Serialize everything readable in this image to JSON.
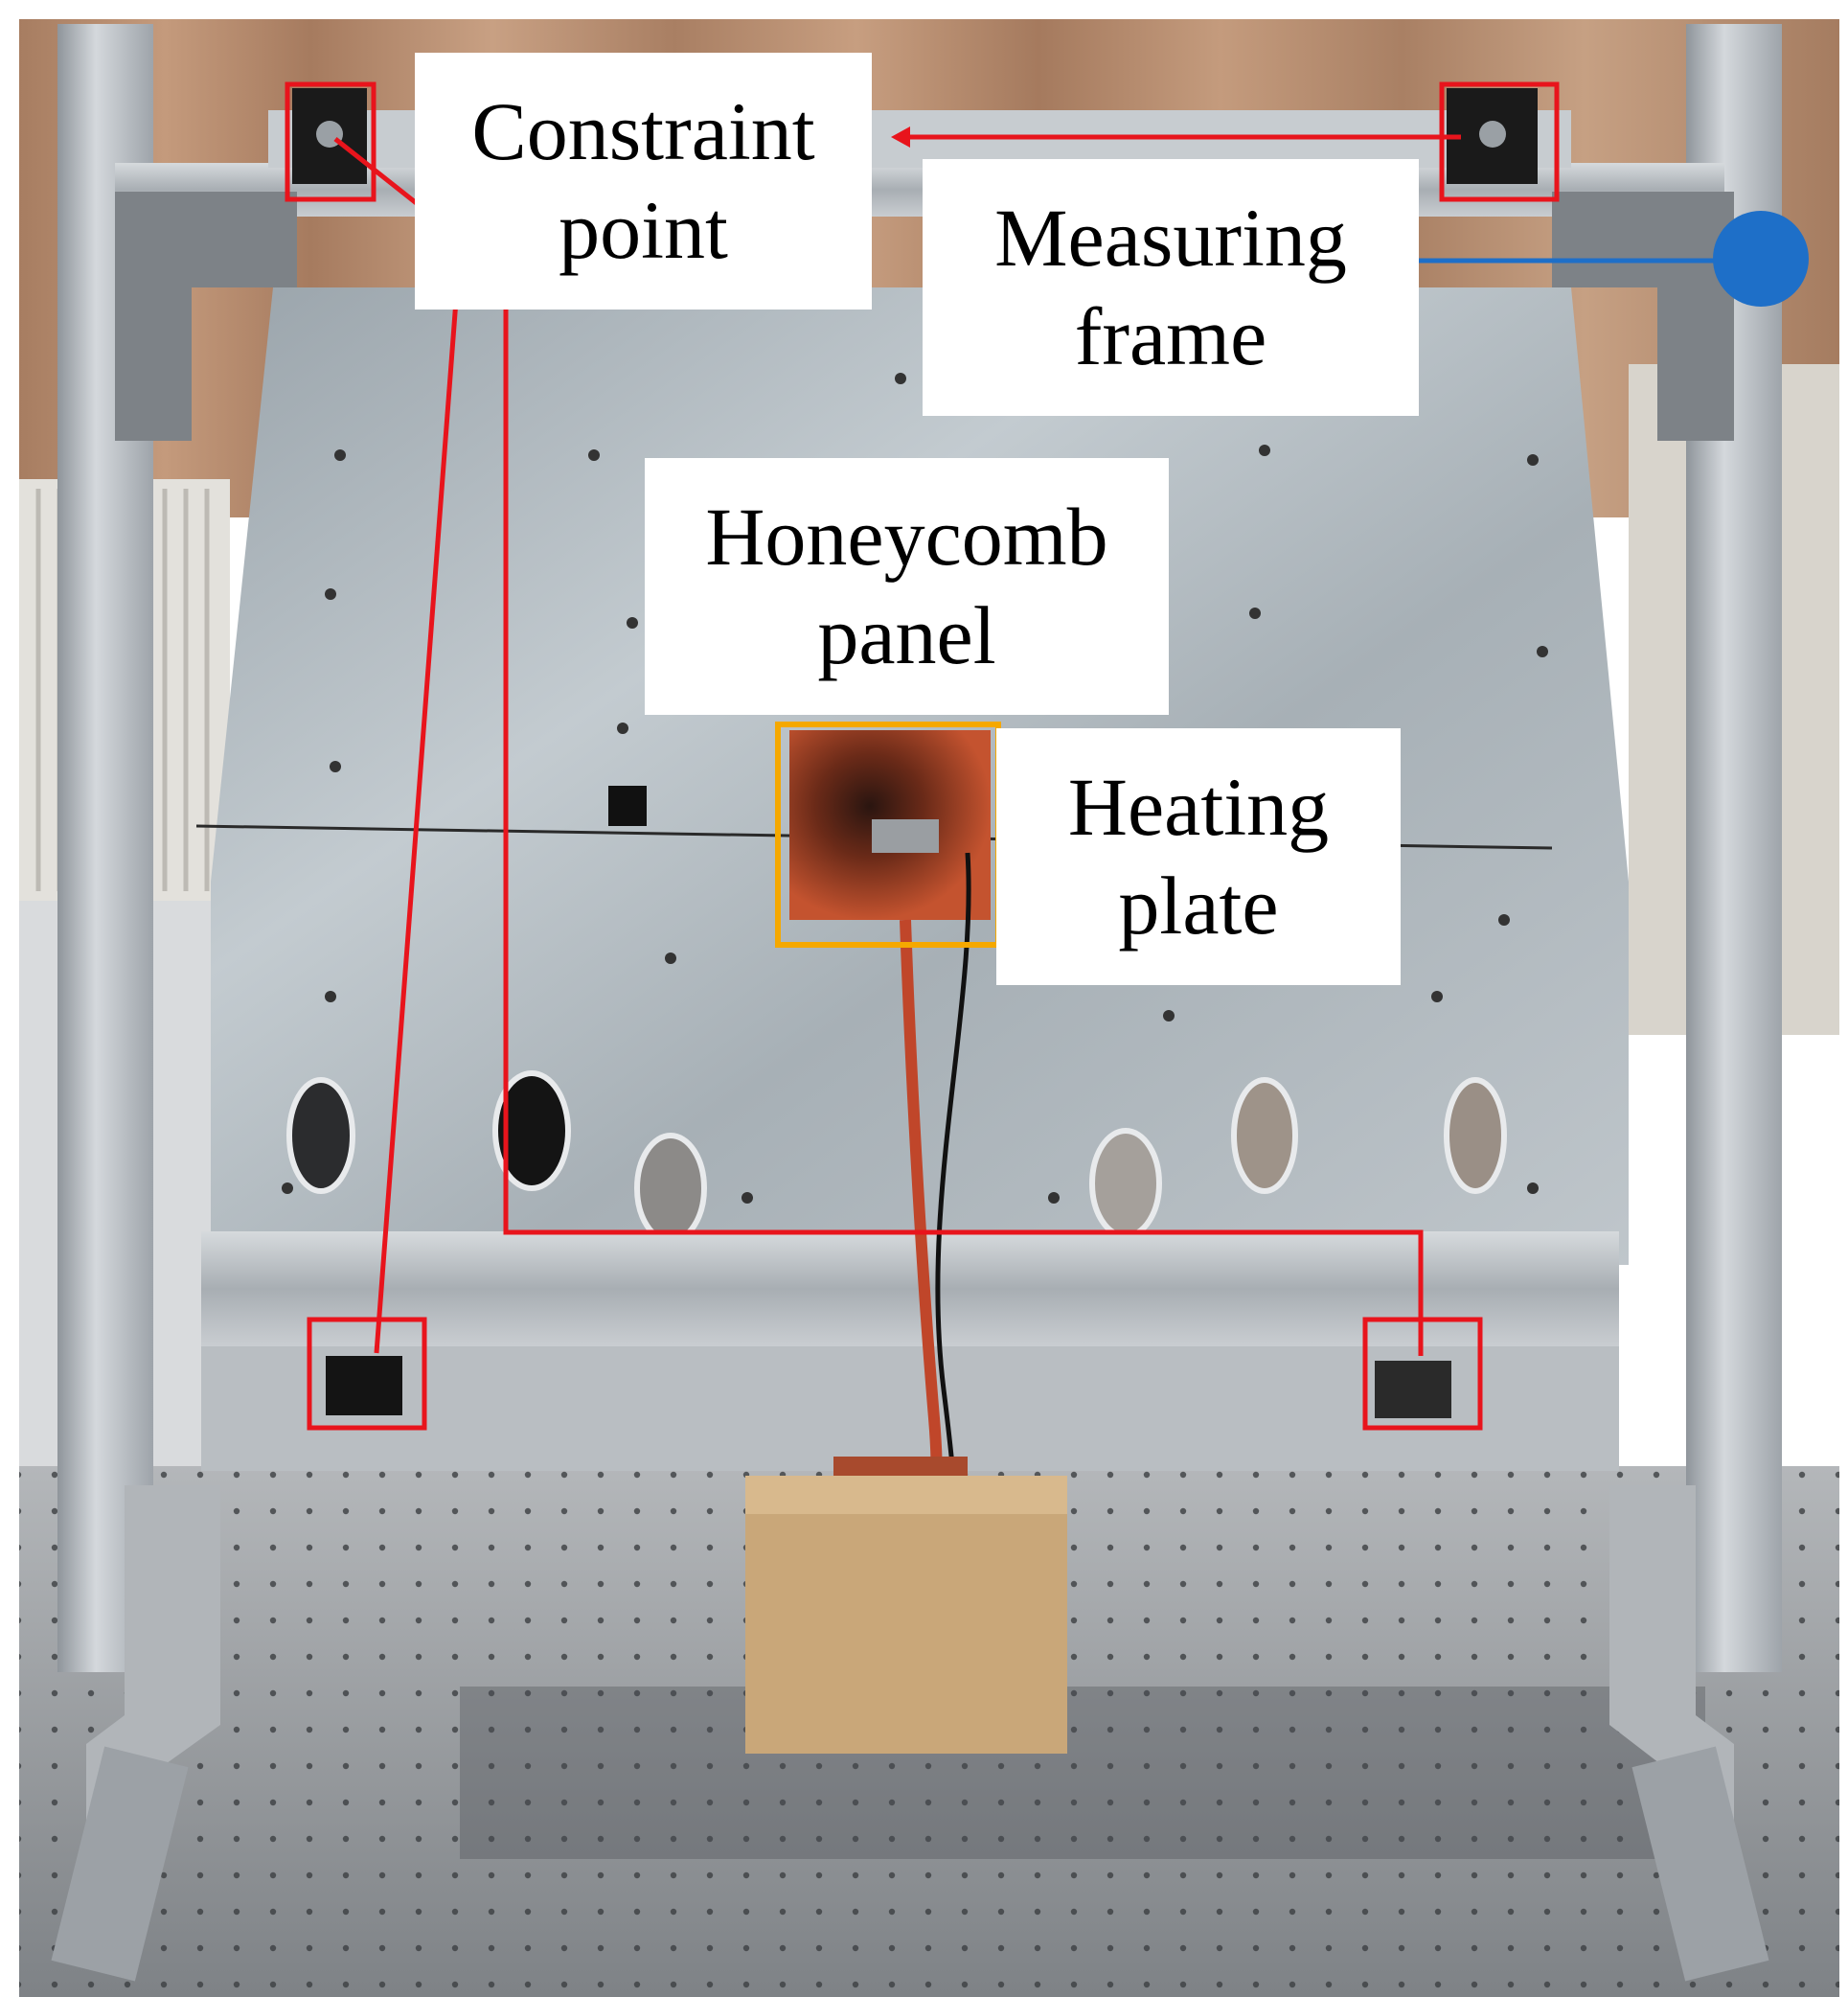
{
  "labels": {
    "constraint_point": {
      "line1": "Constraint",
      "line2": "point"
    },
    "measuring_frame": {
      "line1": "Measuring",
      "line2": "frame"
    },
    "honeycomb_panel": {
      "line1": "Honeycomb",
      "line2": "panel"
    },
    "heating_plate": {
      "line1": "Heating",
      "line2": "plate"
    }
  },
  "colors": {
    "constraint_marker": "#e8141c",
    "heating_marker": "#f5a800",
    "measuring_marker": "#1e6fc8",
    "frame_aluminum": "#b8bdc2",
    "panel_metal": "#a9b2b8",
    "curtain": "#b58a6c",
    "table": "#8f9397",
    "heater": "#c1502d",
    "box": "#c9a779"
  }
}
